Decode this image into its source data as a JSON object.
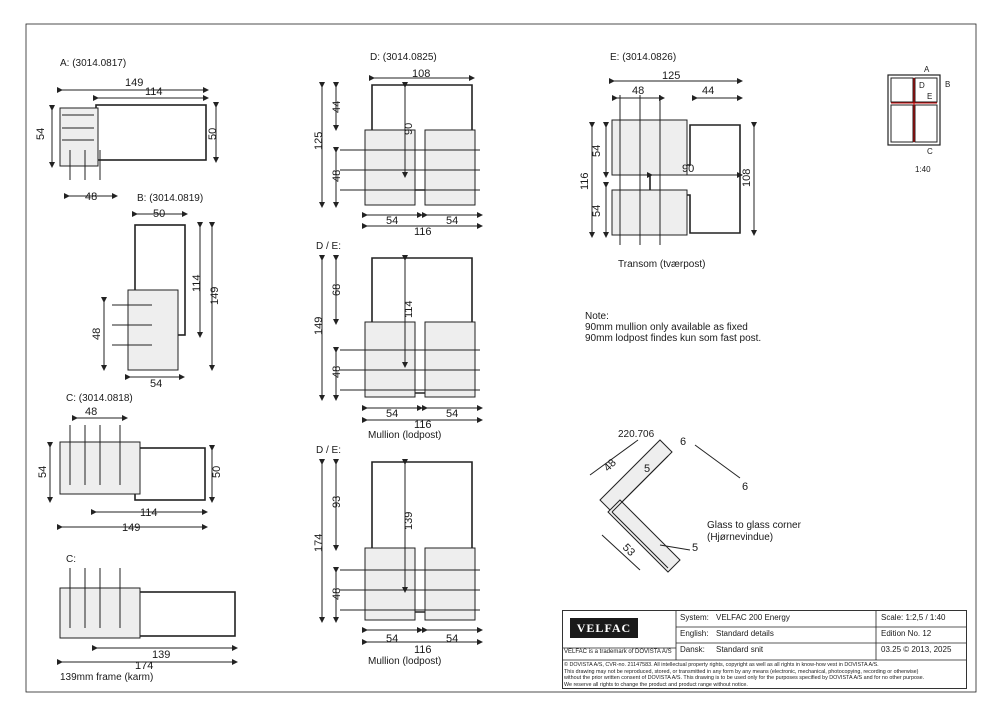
{
  "sections": {
    "A": {
      "title": "A: (3014.0817)",
      "dims": [
        "149",
        "114",
        "54",
        "50",
        "48"
      ]
    },
    "B": {
      "title": "B: (3014.0819)",
      "dims": [
        "50",
        "114",
        "149",
        "48",
        "54"
      ]
    },
    "C": {
      "title": "C: (3014.0818)",
      "dims": [
        "48",
        "54",
        "50",
        "114",
        "149"
      ]
    },
    "C2": {
      "title": "C:",
      "dims": [
        "139",
        "174"
      ],
      "caption": "139mm frame (karm)"
    },
    "D": {
      "title": "D: (3014.0825)",
      "dims": [
        "108",
        "44",
        "125",
        "90",
        "48",
        "54",
        "54",
        "116"
      ]
    },
    "DE1": {
      "title": "D / E:",
      "dims": [
        "68",
        "114",
        "149",
        "48",
        "54",
        "54",
        "116"
      ],
      "caption": "Mullion (lodpost)"
    },
    "DE2": {
      "title": "D / E:",
      "dims": [
        "93",
        "139",
        "174",
        "48",
        "54",
        "54",
        "116"
      ],
      "caption": "Mullion (lodpost)"
    },
    "E": {
      "title": "E: (3014.0826)",
      "dims": [
        "125",
        "48",
        "44",
        "54",
        "116",
        "90",
        "108",
        "54"
      ],
      "caption": "Transom (tværpost)"
    },
    "key": {
      "labels": [
        "A",
        "B",
        "D",
        "E",
        "C"
      ],
      "scale": "1:40"
    },
    "note": {
      "line1": "Note:",
      "line2": "90mm mullion only available as fixed",
      "line3": "90mm lodpost findes kun som fast post."
    },
    "corner": {
      "code": "220.706",
      "dims": [
        "6",
        "48",
        "5",
        "6",
        "53",
        "5"
      ],
      "caption1": "Glass to glass corner",
      "caption2": "(Hjørnevindue)"
    }
  },
  "titleblock": {
    "logo": "VELFAC",
    "trademark": "VELFAC is a trademark of DOVISTA A/S",
    "system_label": "System:",
    "system_value": "VELFAC 200 Energy",
    "english_label": "English:",
    "english_value": "Standard details",
    "dansk_label": "Dansk:",
    "dansk_value": "Standard snit",
    "scale": "Scale: 1:2,5  / 1:40",
    "edition": "Edition No. 12",
    "date": "03.25 © 2013, 2025",
    "copyright1": "© DOVISTA A/S, CVR-no. 21147583. All intellectual property rights, copyright as well as all rights in know-how vest in DOVISTA A/S.",
    "copyright2": "This drawing may not be reproduced, stored, or transmitted in any form by any means (electronic, mechanical, photocopying, recording or otherwise)",
    "copyright3": "without the prior written consent of DOVISTA A/S. This drawing is to be used only for the purposes specified by DOVISTA A/S and for no other purpose.",
    "copyright4": "We reserve all rights to change the product and product range without notice."
  }
}
